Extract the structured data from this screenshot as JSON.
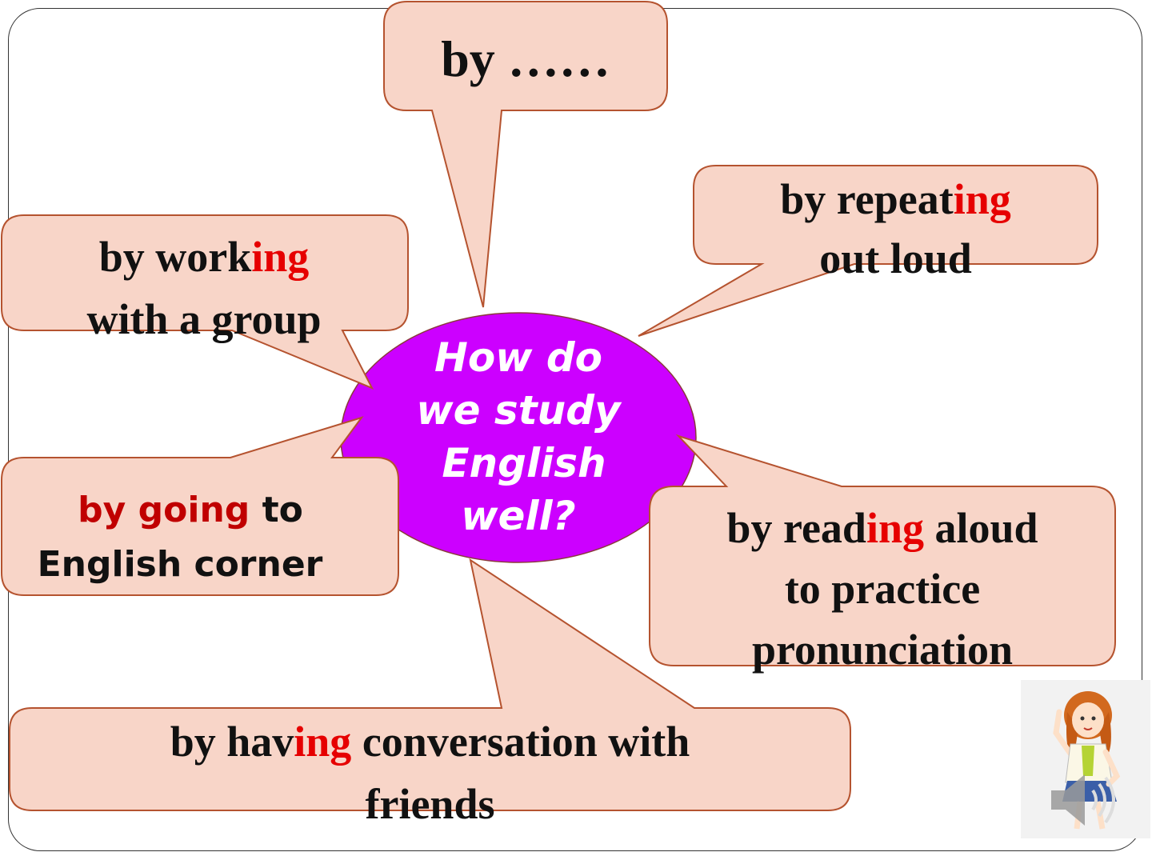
{
  "center": {
    "line1": "How do",
    "line2": "we study",
    "line3": "English",
    "line4": "well?"
  },
  "bubbles": {
    "top": {
      "text": "by ……"
    },
    "top_right": {
      "prefix": "by repeat",
      "suffix": "ing",
      "line2": "out loud"
    },
    "left_upper": {
      "prefix": "by work",
      "suffix": "ing",
      "line2": "with a group"
    },
    "left_lower": {
      "red_part": "by going",
      "rest": " to",
      "line2": "English corner"
    },
    "right_lower": {
      "prefix": "by read",
      "suffix": "ing",
      "rest": " aloud",
      "line2": "to practice",
      "line3": "pronunciation"
    },
    "bottom": {
      "prefix": "by hav",
      "suffix": "ing",
      "rest": " conversation with",
      "line2": "friends"
    }
  },
  "colors": {
    "bubble_fill": "#f8d5c8",
    "bubble_stroke": "#b5532f",
    "center_fill": "#cc00ff",
    "highlight": "#e60000"
  },
  "icons": {
    "speaker": "speaker-icon",
    "character": "teacher-girl-icon"
  }
}
